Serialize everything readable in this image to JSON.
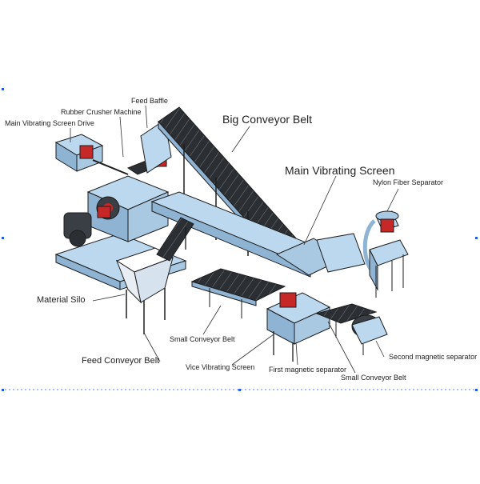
{
  "labels": {
    "main_vibrating_screen_drive": "Main Vibrating Screen Drive",
    "rubber_crusher_machine": "Rubber Crusher Machine",
    "feed_baffle": "Feed Baffle",
    "big_conveyor_belt": "Big Conveyor Belt",
    "main_vibrating_screen": "Main Vibrating Screen",
    "nylon_fiber_separator": "Nylon Fiber Separator",
    "material_silo": "Material Silo",
    "small_conveyor_belt_1": "Small Conveyor Belt",
    "feed_conveyor_belt": "Feed Conveyor Belt",
    "vice_vibrating_screen": "Vice Vibrating Screen",
    "first_magnetic_separator": "First magnetic separator",
    "small_conveyor_belt_2": "Small Conveyor Belt",
    "second_magnetic_separator": "Second magnetic separator"
  },
  "colors": {
    "machine_body": "#bcd8ee",
    "machine_shade": "#8fb3d2",
    "belt": "#2b2f33",
    "motor": "#3a3f46",
    "accent_red": "#c62828",
    "outline": "#1d1d1d",
    "frame_dots": "#2a5bd7"
  }
}
